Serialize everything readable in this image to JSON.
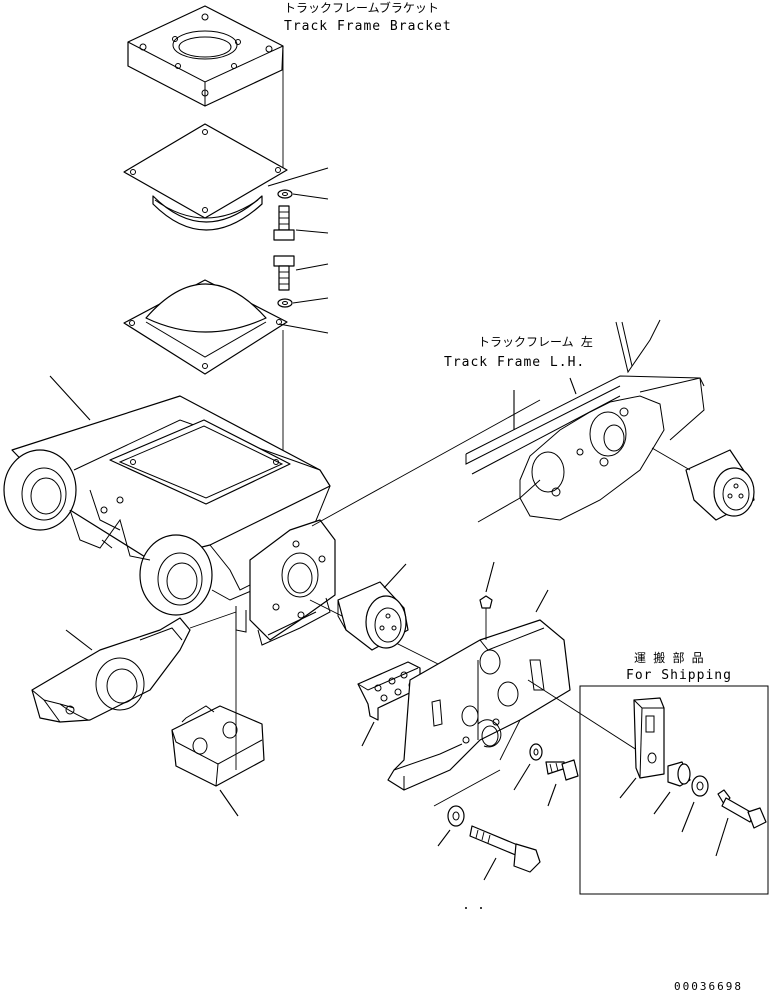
{
  "labels": {
    "track_frame_bracket_jp": "トラックフレームブラケット",
    "track_frame_bracket_en": "Track Frame Bracket",
    "track_frame_lh_jp": "トラックフレーム 左",
    "track_frame_lh_en": "Track Frame L.H.",
    "for_shipping_jp": "運 搬 部 品",
    "for_shipping_en": "For Shipping"
  },
  "drawing_number": "00036698"
}
